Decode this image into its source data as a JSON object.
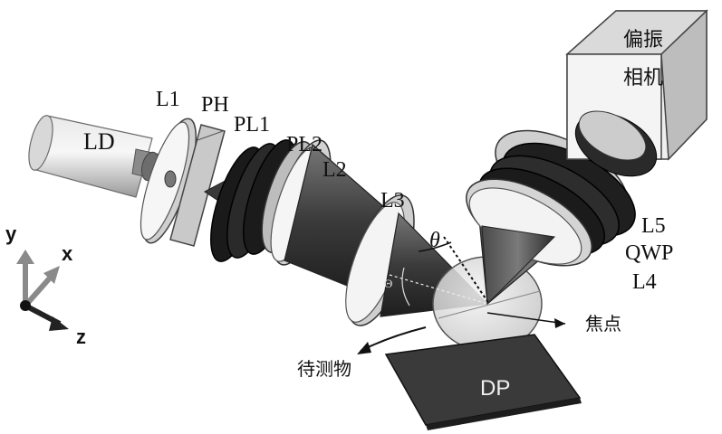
{
  "labels": {
    "ld": "LD",
    "l1": "L1",
    "ph": "PH",
    "pl1": "PL1",
    "pl2": "PL2",
    "l2": "L2",
    "l3": "L3",
    "theta": "θ",
    "big_theta": "Θ",
    "l5": "L5",
    "qwp": "QWP",
    "l4": "L4",
    "camera_line1": "偏振",
    "camera_line2": "相机",
    "focus": "焦点",
    "sample": "待测物",
    "dp": "DP"
  },
  "axes": {
    "y": "y",
    "x": "x",
    "z": "z"
  }
}
